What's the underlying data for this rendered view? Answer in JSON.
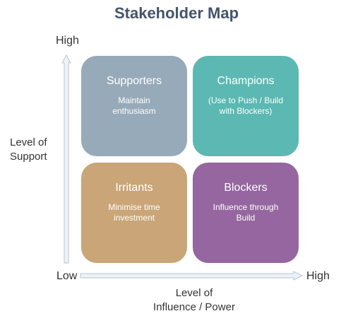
{
  "title": "Stakeholder Map",
  "y_axis": {
    "high_label": "High",
    "title_line1": "Level of",
    "title_line2": "Support"
  },
  "x_axis": {
    "low_label": "Low",
    "high_label": "High",
    "title_line1": "Level of",
    "title_line2": "Influence / Power"
  },
  "quadrants": {
    "supporters": {
      "title": "Supporters",
      "line1": "Maintain",
      "line2": "enthusiasm",
      "color": "#97aab9"
    },
    "champions": {
      "title": "Champions",
      "line1": "(Use to Push / Build",
      "line2": "with Blockers)",
      "color": "#5cb8b2"
    },
    "irritants": {
      "title": "Irritants",
      "line1": "Minimise time",
      "line2": "investment",
      "color": "#c9a577"
    },
    "blockers": {
      "title": "Blockers",
      "line1": "Influence through",
      "line2": "Build",
      "color": "#95669f"
    }
  },
  "colors": {
    "title": "#44546a",
    "arrow_fill": "#eef2f7",
    "arrow_stroke": "#b8c4d2"
  }
}
